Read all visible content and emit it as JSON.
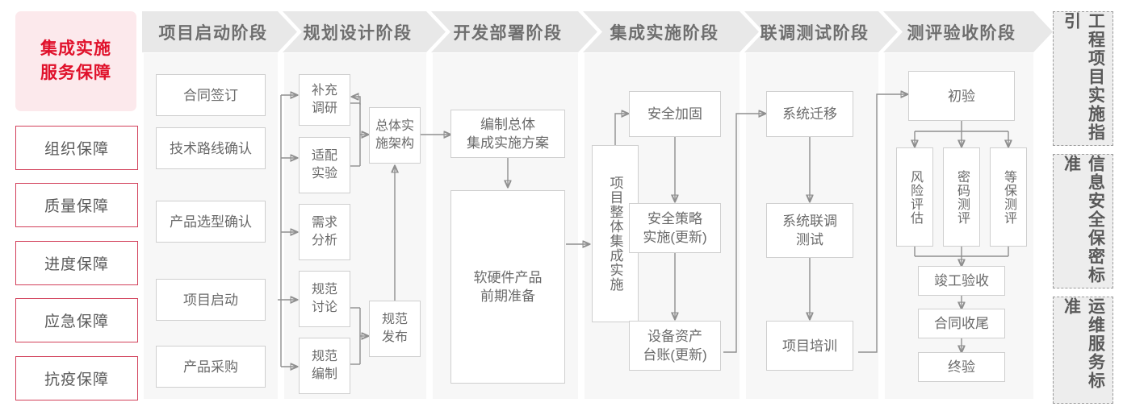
{
  "left_sidebar": {
    "lead": {
      "line1": "集成实施",
      "line2": "服务保障"
    },
    "items": [
      {
        "label": "组织保障"
      },
      {
        "label": "质量保障"
      },
      {
        "label": "进度保障"
      },
      {
        "label": "应急保障"
      },
      {
        "label": "抗疫保障"
      }
    ]
  },
  "phases": [
    {
      "title": "项目启动阶段"
    },
    {
      "title": "规划设计阶段"
    },
    {
      "title": "开发部署阶段"
    },
    {
      "title": "集成实施阶段"
    },
    {
      "title": "联调测试阶段"
    },
    {
      "title": "测评验收阶段"
    }
  ],
  "nodes": {
    "p1": [
      {
        "label": "合同签订"
      },
      {
        "label": "技术路线确认"
      },
      {
        "label": "产品选型确认"
      },
      {
        "label": "项目启动"
      },
      {
        "label": "产品采购"
      }
    ],
    "p2": [
      {
        "label": "补充\n调研"
      },
      {
        "label": "适配\n实验"
      },
      {
        "label": "需求\n分析"
      },
      {
        "label": "规范\n讨论"
      },
      {
        "label": "规范\n编制"
      },
      {
        "label": "总体实\n施架构"
      },
      {
        "label": "规范\n发布"
      }
    ],
    "p3": [
      {
        "label": "编制总体\n集成实施方案"
      },
      {
        "label": "软硬件产品\n前期准备"
      }
    ],
    "p4": [
      {
        "label": "项目整体集成实施"
      },
      {
        "label": "安全加固"
      },
      {
        "label": "安全策略\n实施(更新)"
      },
      {
        "label": "设备资产\n台账(更新)"
      }
    ],
    "p5": [
      {
        "label": "系统迁移"
      },
      {
        "label": "系统联调\n测试"
      },
      {
        "label": "项目培训"
      }
    ],
    "p6": [
      {
        "label": "初验"
      },
      {
        "label": "风险评估"
      },
      {
        "label": "密码测评"
      },
      {
        "label": "等保测评"
      },
      {
        "label": "竣工验收"
      },
      {
        "label": "合同收尾"
      },
      {
        "label": "终验"
      }
    ]
  },
  "right_sidebar": [
    {
      "label": "工程项目实施指引"
    },
    {
      "label": "信息安全保密标准"
    },
    {
      "label": "运维服务标准"
    }
  ],
  "colors": {
    "accent_red": "#e0112b",
    "accent_pink_bg": "#fce9ec",
    "side_border": "#d2405a",
    "panel_bg": "#f7f7f7",
    "header_bg": "#e8e8e8",
    "node_border": "#cfcfcf",
    "wire": "#8f8f8f",
    "text_gray": "#6a6a6a"
  }
}
